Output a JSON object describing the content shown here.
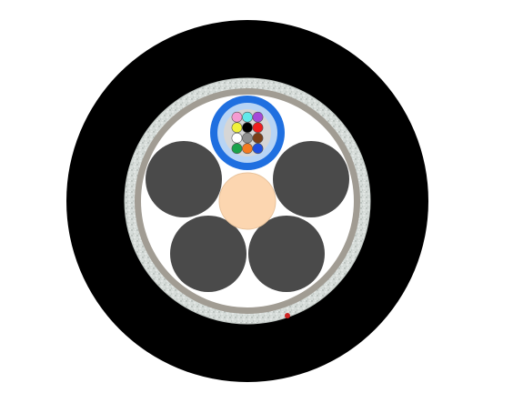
{
  "diagram": {
    "type": "fiber-optic-cable-cross-section",
    "components": {
      "outer_sheath": {
        "color": "#000000"
      },
      "armor_layer": {
        "color": "#d4dbd8",
        "texture": "speckled"
      },
      "inner_sheath": {
        "color": "#a19c93"
      },
      "core_area": {
        "color": "#ffffff"
      },
      "filler_rods": {
        "count": 4,
        "color": "#4a4a4a"
      },
      "central_strength_member": {
        "color": "#fcd6b0"
      },
      "loose_tube": {
        "color": "#1f6fe0",
        "gel_color": "#b7d4f5",
        "inner_gel_color": "#d6d6d6"
      },
      "ripcord": {
        "color": "#cc2222"
      }
    },
    "fibers": [
      {
        "position": "row1-col1",
        "color": "#f59bd2",
        "name": "rose"
      },
      {
        "position": "row1-col2",
        "color": "#62e8ea",
        "name": "aqua"
      },
      {
        "position": "row1-col3",
        "color": "#a54ad8",
        "name": "violet"
      },
      {
        "position": "row2-col1",
        "color": "#f2f23b",
        "name": "yellow"
      },
      {
        "position": "row2-col2",
        "color": "#000000",
        "name": "black"
      },
      {
        "position": "row2-col3",
        "color": "#ef1d1d",
        "name": "red"
      },
      {
        "position": "row3-col1",
        "color": "#ffffff",
        "name": "white"
      },
      {
        "position": "row3-col2",
        "color": "#8f8f8f",
        "name": "slate"
      },
      {
        "position": "row3-col3",
        "color": "#7a3f18",
        "name": "brown"
      },
      {
        "position": "row4-col1",
        "color": "#1aa34a",
        "name": "green"
      },
      {
        "position": "row4-col2",
        "color": "#f47b20",
        "name": "orange"
      },
      {
        "position": "row4-col3",
        "color": "#1f4fe0",
        "name": "blue"
      }
    ]
  }
}
